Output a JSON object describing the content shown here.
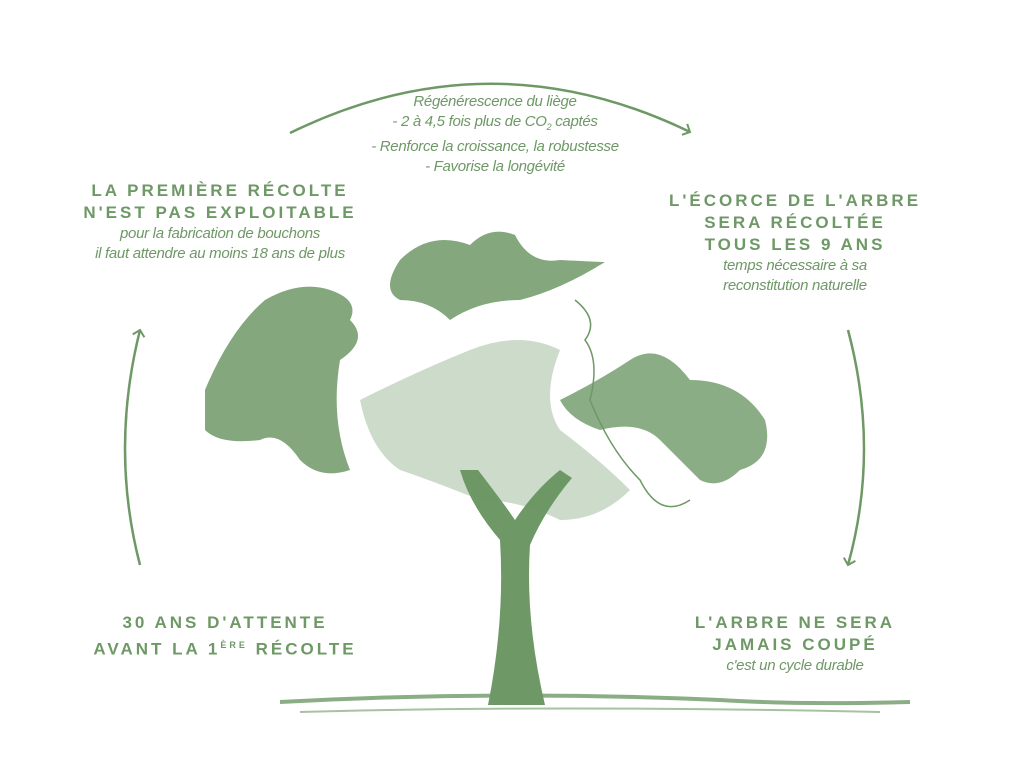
{
  "colors": {
    "accent": "#6e9866"
  },
  "top": {
    "title": "Régénérescence du liège",
    "line1_pre": "- 2 à 4,5 fois plus de CO",
    "line1_sub": "2",
    "line1_post": " captés",
    "line2": "- Renforce la croissance, la robustesse",
    "line3": "- Favorise la longévité"
  },
  "left_top": {
    "heading1": "LA PREMIÈRE RÉCOLTE",
    "heading2": "N'EST PAS EXPLOITABLE",
    "sub1": "pour la fabrication de bouchons",
    "sub2": "il faut attendre au moins 18 ans de plus"
  },
  "right_top": {
    "heading1": "L'ÉCORCE DE L'ARBRE",
    "heading2": "SERA RÉCOLTÉE",
    "heading3": "TOUS LES 9 ANS",
    "sub1": "temps nécessaire à sa",
    "sub2": "reconstitution naturelle"
  },
  "left_bottom": {
    "heading1": "30 ANS D'ATTENTE",
    "heading2_pre": "AVANT LA 1",
    "heading2_sup": "ÈRE",
    "heading2_post": " RÉCOLTE"
  },
  "right_bottom": {
    "heading1": "L'ARBRE NE SERA",
    "heading2": "JAMAIS COUPÉ",
    "sub1": "c'est un cycle durable"
  }
}
